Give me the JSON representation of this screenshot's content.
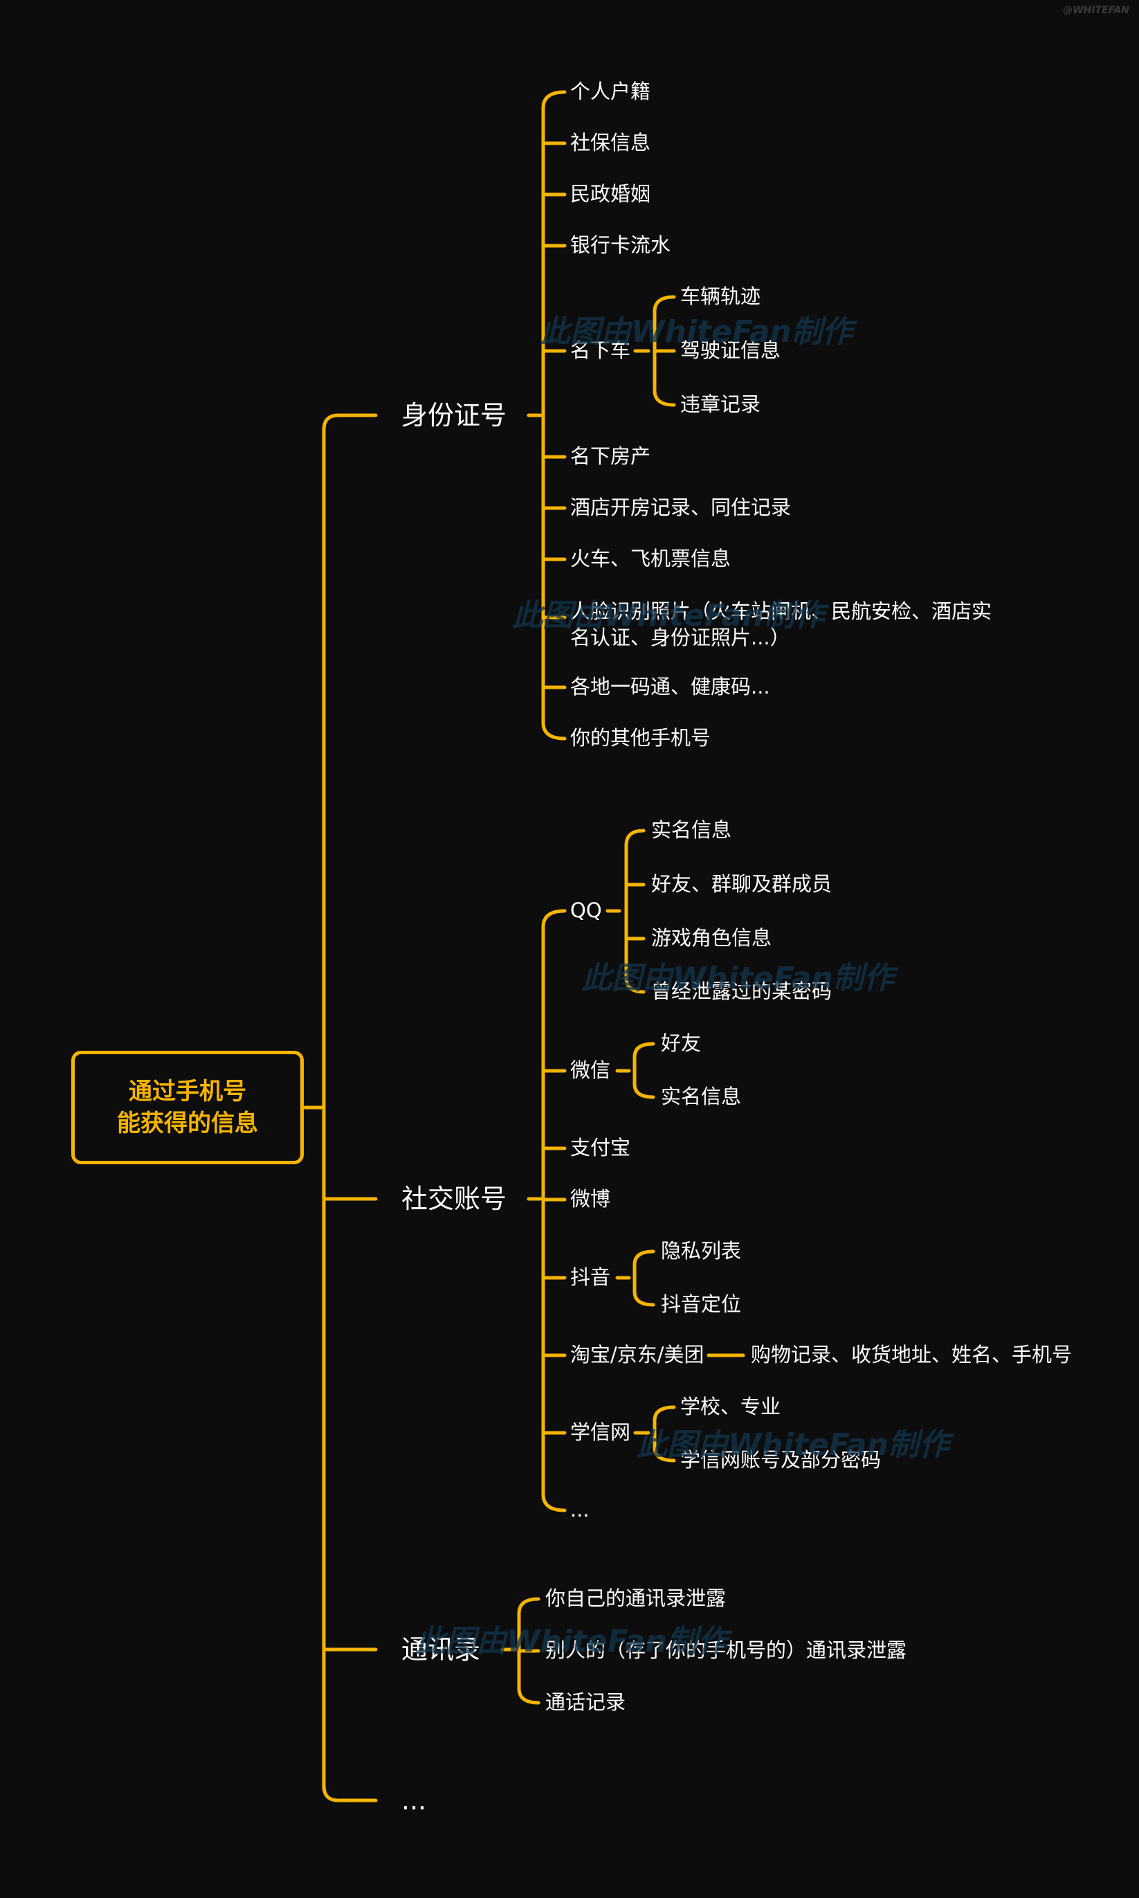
{
  "root": {
    "line1": "通过手机号",
    "line2": "能获得的信息"
  },
  "branches": {
    "id_card": {
      "label": "身份证号",
      "items": {
        "household": "个人户籍",
        "social_security": "社保信息",
        "civil_marriage": "民政婚姻",
        "bank_statements": "银行卡流水",
        "cars": {
          "label": "名下车",
          "children": [
            "车辆轨迹",
            "驾驶证信息",
            "违章记录"
          ]
        },
        "property": "名下房产",
        "hotel": "酒店开房记录、同住记录",
        "tickets": "火车、飞机票信息",
        "face": "人脸识别照片（火车站闸机、民航安检、酒店实名认证、身份证照片...）",
        "health_code": "各地一码通、健康码...",
        "other_phones": "你的其他手机号"
      }
    },
    "social": {
      "label": "社交账号",
      "items": {
        "qq": {
          "label": "QQ",
          "children": [
            "实名信息",
            "好友、群聊及群成员",
            "游戏角色信息",
            "曾经泄露过的某密码"
          ]
        },
        "wechat": {
          "label": "微信",
          "children": [
            "好友",
            "实名信息"
          ]
        },
        "alipay": "支付宝",
        "weibo": "微博",
        "douyin": {
          "label": "抖音",
          "children": [
            "隐私列表",
            "抖音定位"
          ]
        },
        "shopping": {
          "label": "淘宝/京东/美团",
          "child": "购物记录、收货地址、姓名、手机号"
        },
        "xuexin": {
          "label": "学信网",
          "children": [
            "学校、专业",
            "学信网账号及部分密码"
          ]
        },
        "more": "..."
      }
    },
    "contacts": {
      "label": "通讯录",
      "items": [
        "你自己的通讯录泄露",
        "别人的（存了你的手机号的）通讯录泄露",
        "通话记录"
      ]
    },
    "more": {
      "label": "..."
    }
  },
  "watermark": "此图由WhiteFan制作",
  "credit": "@WHITEFAN",
  "colors": {
    "background": "#0d0d0d",
    "line": "#f5b400",
    "text": "#ffffff",
    "root_text": "#f5b400",
    "watermark": "#12354f"
  }
}
